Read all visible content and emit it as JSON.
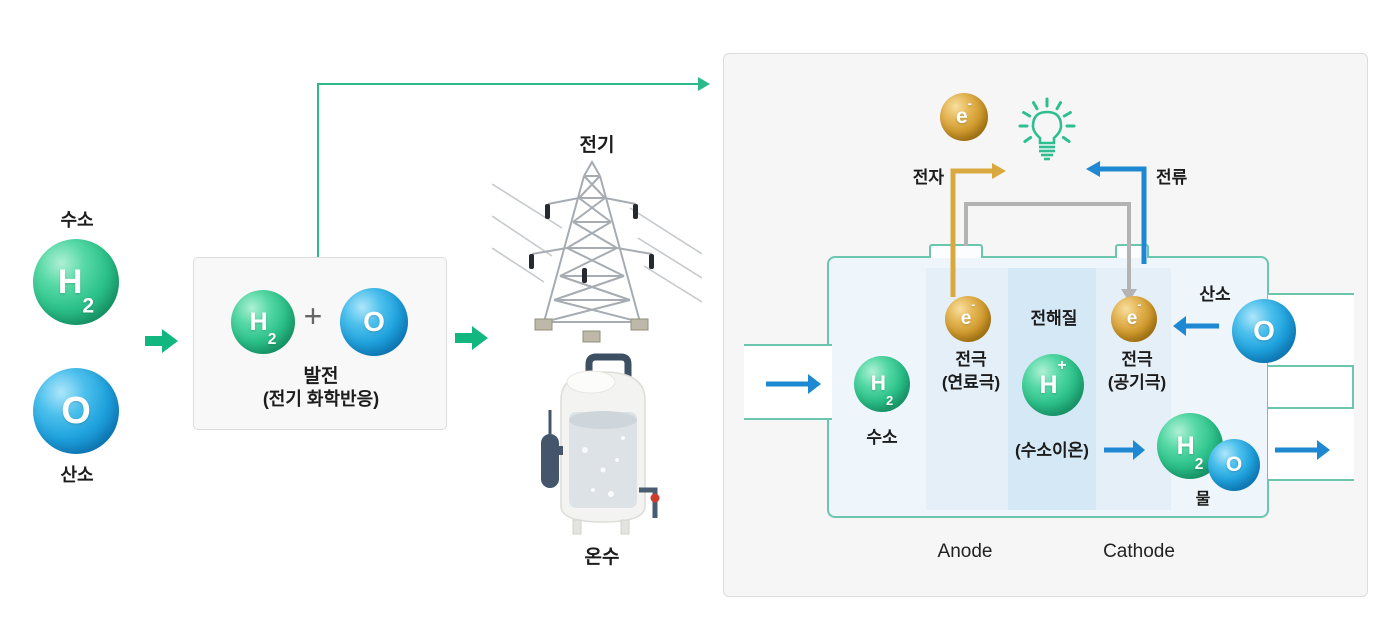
{
  "colors": {
    "green_accent": "#12b77f",
    "teal_line": "#2cb98c",
    "cell_border": "#6cc5ad",
    "blue_arrow": "#1e88d2",
    "gold_wire": "#d9a93f",
    "gray_wire": "#b3b3b3",
    "sphere_green": "#2cc18a",
    "sphere_blue": "#1fa2dd",
    "sphere_gold": "#d09b2f"
  },
  "left_flow": {
    "hydrogen_label": "수소",
    "oxygen_label": "산소",
    "hydrogen_symbol": {
      "main": "H",
      "sub": "2"
    },
    "oxygen_symbol": "O",
    "generator_box": {
      "hydrogen_symbol": {
        "main": "H",
        "sub": "2"
      },
      "plus": "+",
      "oxygen_symbol": "O",
      "title": "발전",
      "subtitle": "(전기 화학반응)"
    },
    "electricity_label": "전기",
    "hot_water_label": "온수"
  },
  "fuel_cell_panel": {
    "electron": {
      "main": "e",
      "sup": "-"
    },
    "electron_flow_label": "전자",
    "current_label": "전류",
    "cell": {
      "hydrogen_in": {
        "symbol": {
          "main": "H",
          "sub": "2"
        },
        "label": "수소"
      },
      "anode_electrode": {
        "symbol": {
          "main": "e",
          "sup": "-"
        },
        "line1": "전극",
        "line2": "(연료극)"
      },
      "electrolyte_label": "전해질",
      "hydrogen_ion": {
        "symbol": {
          "main": "H",
          "sup": "+"
        },
        "label": "(수소이온)"
      },
      "cathode_electrode": {
        "symbol": {
          "main": "e",
          "sup": "-"
        },
        "line1": "전극",
        "line2": "(공기극)"
      },
      "oxygen_in": {
        "label": "산소",
        "symbol": "O"
      },
      "water_out": {
        "hydrogen_symbol": {
          "main": "H",
          "sub": "2"
        },
        "oxygen_symbol": "O",
        "label": "물"
      },
      "anode_label": "Anode",
      "cathode_label": "Cathode"
    }
  }
}
